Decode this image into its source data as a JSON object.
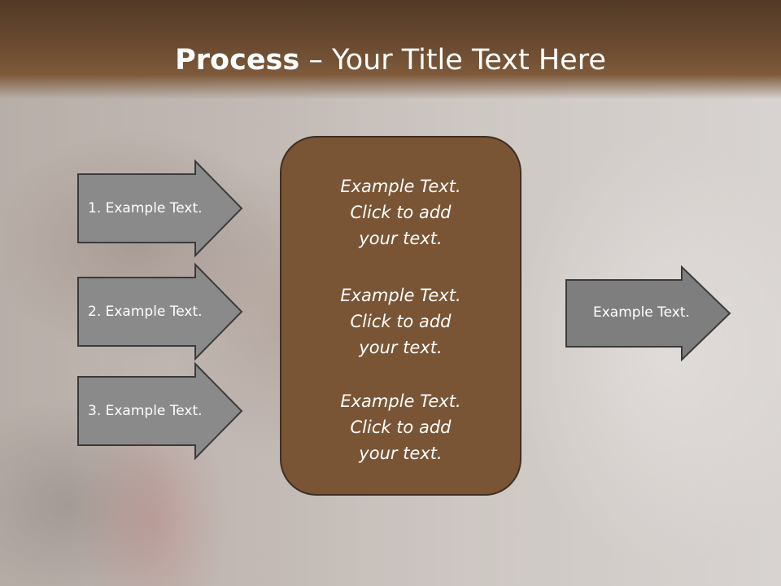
{
  "title": {
    "bold": "Process",
    "rest": " – Your Title Text Here"
  },
  "inputs": [
    {
      "label": "1. Example Text."
    },
    {
      "label": "2. Example Text."
    },
    {
      "label": "3. Example Text."
    }
  ],
  "center": {
    "blocks": [
      {
        "lines": [
          "Example Text.",
          "Click  to add",
          "your text."
        ]
      },
      {
        "lines": [
          "Example Text.",
          "Click  to add",
          "your text."
        ]
      },
      {
        "lines": [
          "Example Text.",
          "Click  to add",
          "your text."
        ]
      }
    ]
  },
  "output": {
    "label": "Example Text."
  },
  "colors": {
    "title_bar": "#6a4a30",
    "center_box": "#7a5535",
    "arrow_fill": "#8a8a8a",
    "arrow_output_fill": "#7e7e7e"
  }
}
